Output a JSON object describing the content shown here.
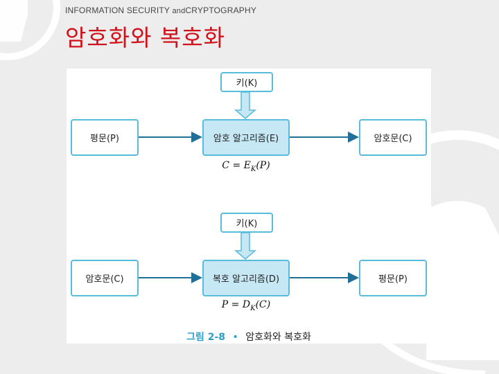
{
  "header": {
    "subtitle_left": "INFORMATION SECURITY",
    "subtitle_and": "and",
    "subtitle_right": "CRYPTOGRAPHY",
    "title": "암호화와 복호화"
  },
  "diagram": {
    "encrypt": {
      "key": "키(K)",
      "input": "평문(P)",
      "algorithm": "암호 알고리즘(E)",
      "output": "암호문(C)",
      "formula_lhs": "C = E",
      "formula_sub": "K",
      "formula_arg": "(P)"
    },
    "decrypt": {
      "key": "키(K)",
      "input": "암호문(C)",
      "algorithm": "복호 알고리즘(D)",
      "output": "평문(P)",
      "formula_lhs": "P = D",
      "formula_sub": "K",
      "formula_arg": "(C)"
    },
    "caption_num": "그림 2-8",
    "caption_dot": "•",
    "caption_text": "암호화와 복호화"
  },
  "colors": {
    "title": "#d1111a",
    "box_border": "#57bcdc",
    "box_fill": "#c6e7f4",
    "arrow": "#1f6f96",
    "accent": "#2a9fc9"
  }
}
